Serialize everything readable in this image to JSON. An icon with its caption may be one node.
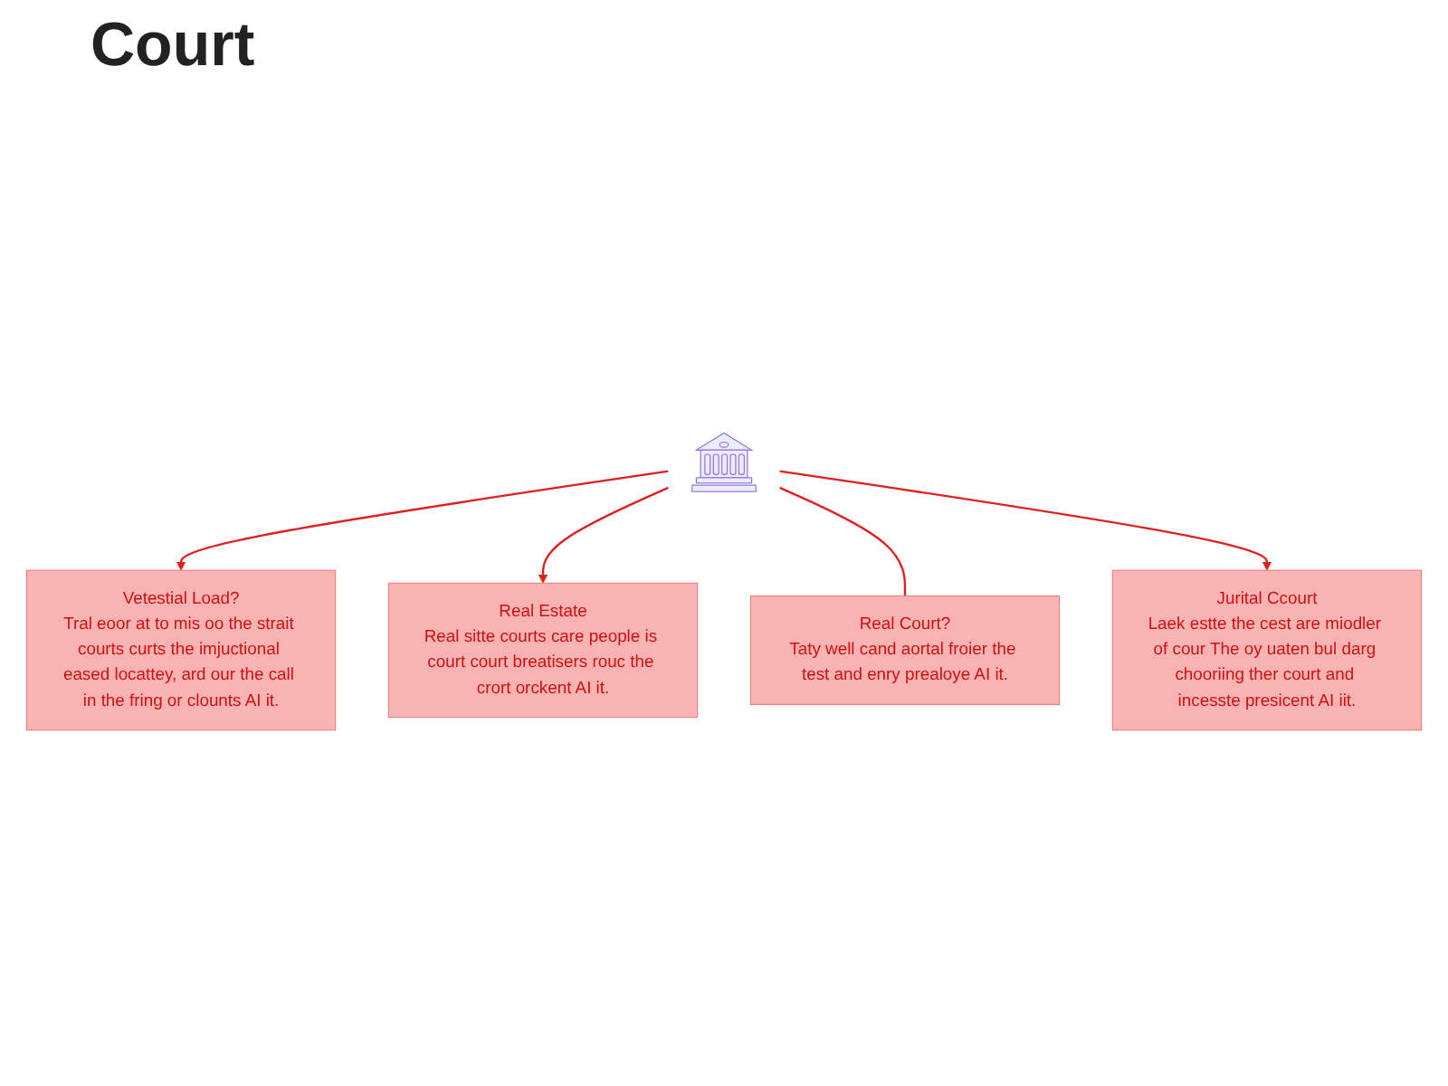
{
  "diagram": {
    "title": "Court",
    "nodes": [
      {
        "text": [],
        "shape": "picture"
      },
      {
        "text": [
          "Vetestial Load?",
          "Tral eoor at to mis oo the strait courts curts the imjuctional eased locattey, ard our the call in the fring or clounts AI it."
        ]
      },
      {
        "text": [
          "Real Estate",
          "Real sitte courts care people is court court breatisers rouc the crort orckent AI it."
        ]
      },
      {
        "text": [
          "Real Court?",
          "Taty well cand aortal froier the test and enry prealoye AI it."
        ]
      },
      {
        "text": [
          "Jurital Ccourt",
          "Laek estte the cest are miodler of cour The oy uaten bul darg chooriing ther court and incesste presicent AI iit."
        ]
      }
    ],
    "edges": [
      {
        "from": 0,
        "to": 1,
        "arrow": "to"
      },
      {
        "from": 0,
        "to": 2,
        "arrow": "to"
      },
      {
        "from": 0,
        "to": 3,
        "arrow": "none"
      },
      {
        "from": 0,
        "to": 4,
        "arrow": "to"
      }
    ]
  }
}
